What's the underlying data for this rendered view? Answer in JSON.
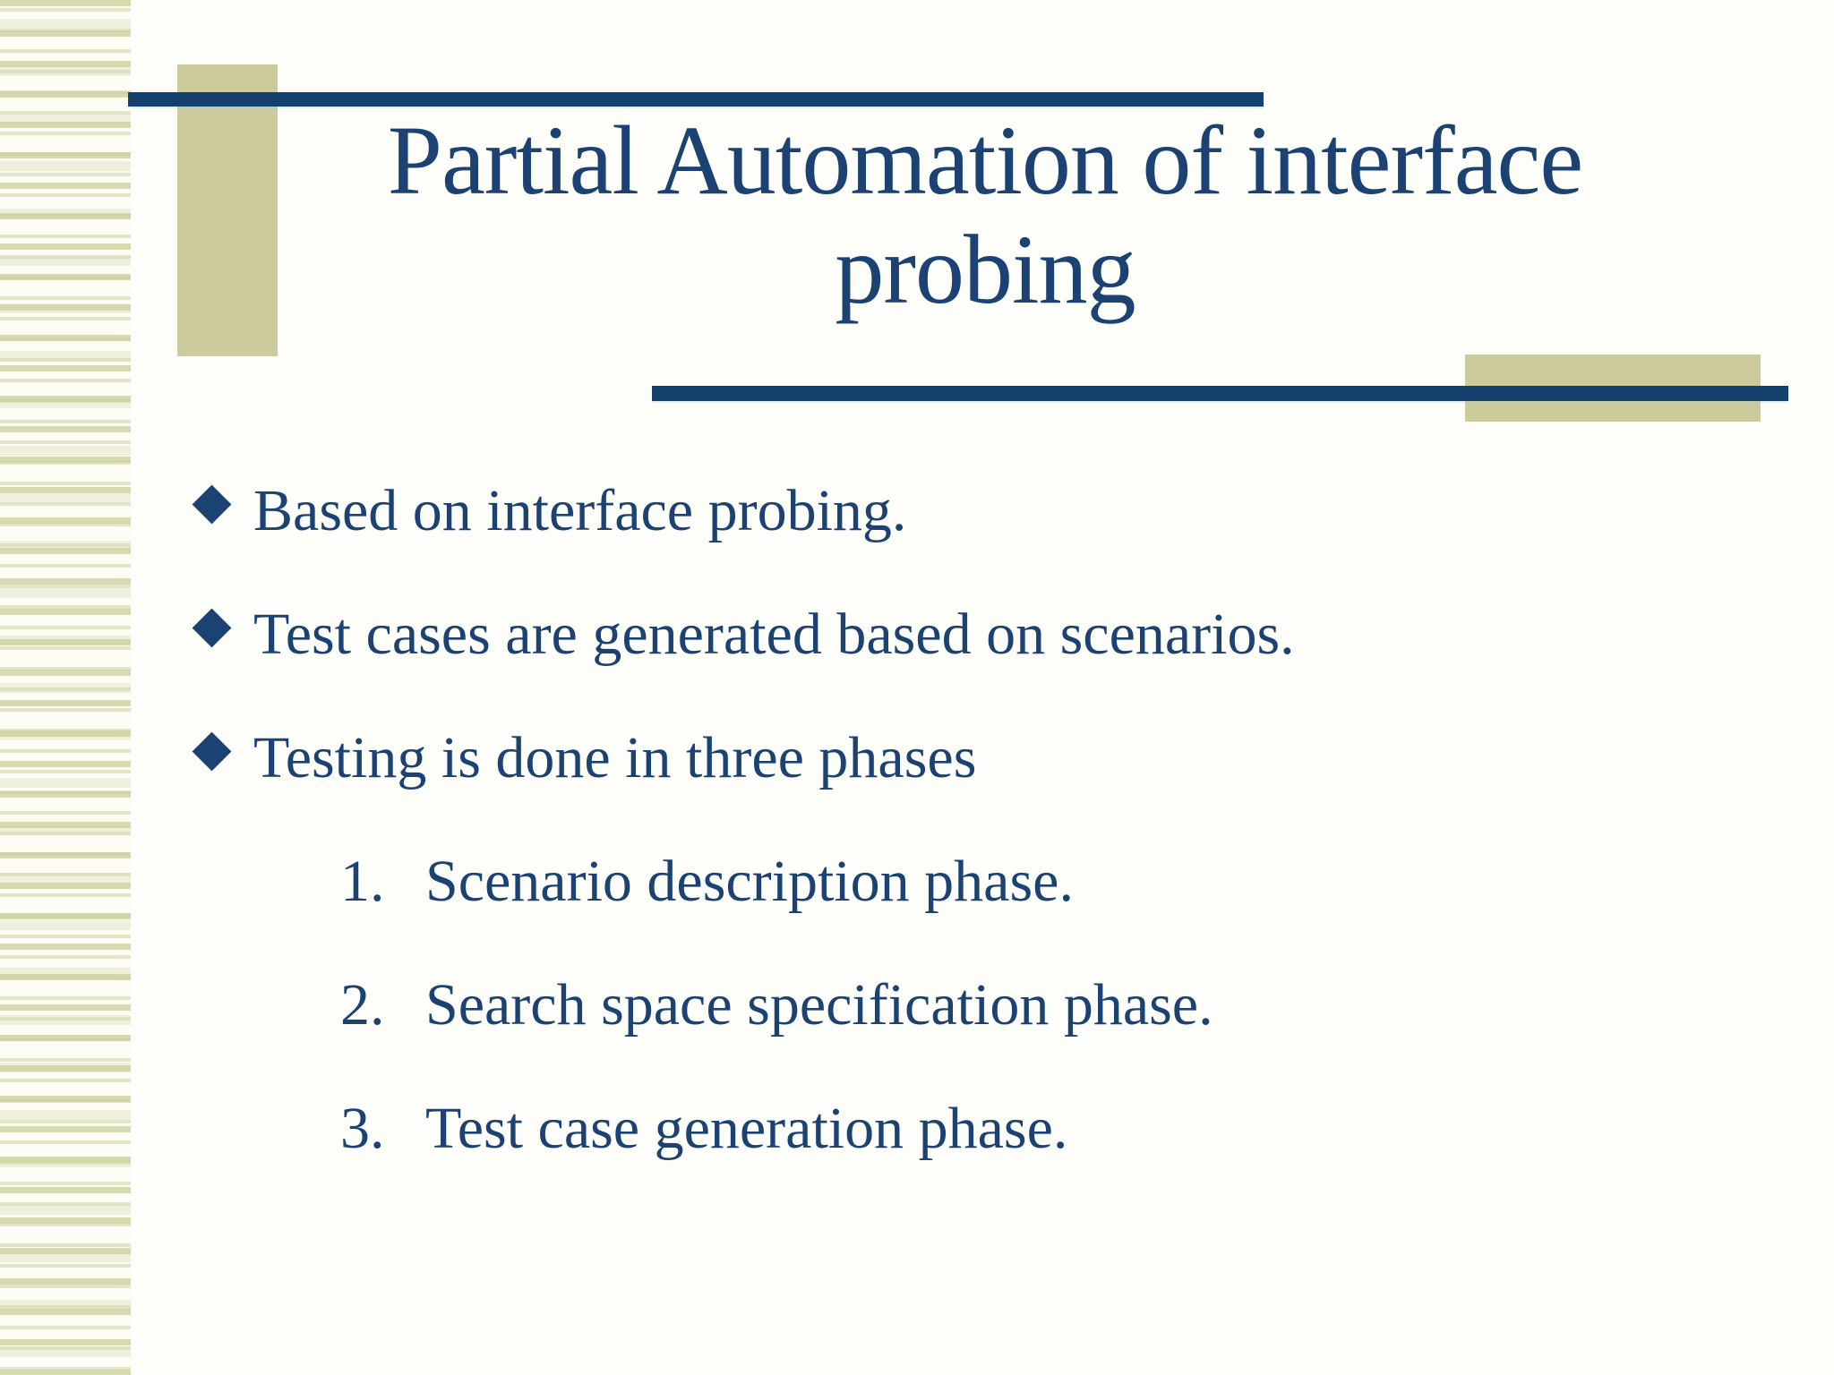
{
  "slide": {
    "title": {
      "line1": "Partial Automation of interface",
      "line2": "probing"
    },
    "bullets": [
      {
        "text": "Based on interface probing."
      },
      {
        "text": "Test cases are generated based on scenarios."
      },
      {
        "text": "Testing is done in three phases"
      }
    ],
    "numbered_items": [
      {
        "number": "1.",
        "text": "Scenario description phase."
      },
      {
        "number": "2.",
        "text": "Search space specification phase."
      },
      {
        "number": "3.",
        "text": "Test case generation phase."
      }
    ],
    "icons": {
      "bullet_style": "filled-diamond"
    },
    "colors": {
      "navy": "#14406E",
      "text_navy": "#1B4272",
      "khaki": "#CBCB9C",
      "stripe_olive": "#D3D6AC",
      "background": "#FDFDF9"
    }
  }
}
